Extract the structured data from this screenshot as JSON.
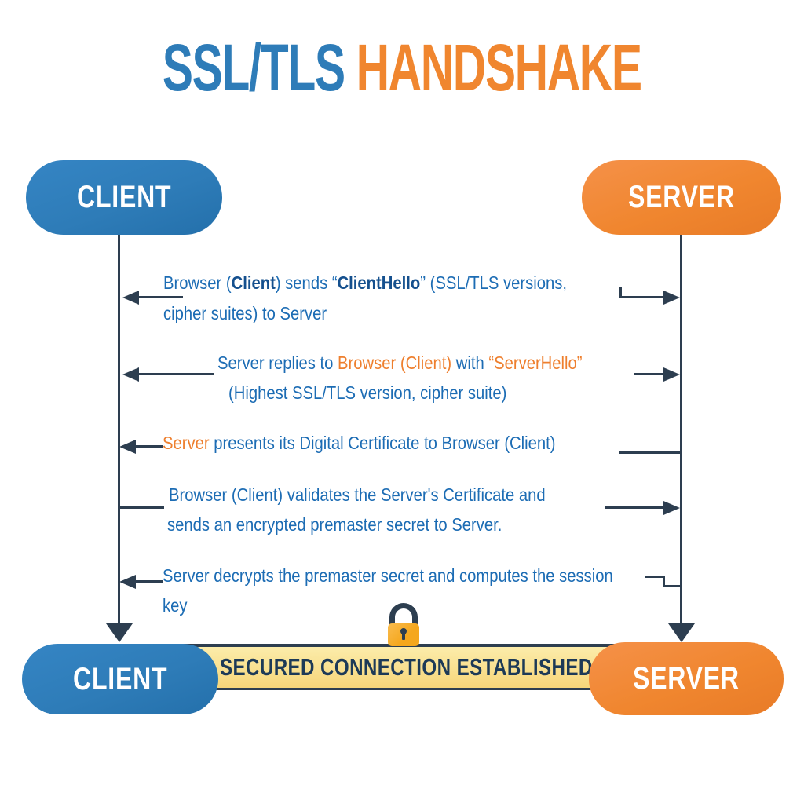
{
  "title": {
    "part_blue": "SSL/TLS",
    "part_orange": "HANDSHAKE"
  },
  "actors": {
    "client_top": "CLIENT",
    "server_top": "SERVER",
    "client_bottom": "CLIENT",
    "server_bottom": "SERVER"
  },
  "messages": [
    {
      "lines": [
        [
          {
            "t": "Browser ("
          },
          {
            "t": "Client",
            "b": true,
            "c": "text_navy"
          },
          {
            "t": ") sends “"
          },
          {
            "t": "ClientHello",
            "b": true,
            "c": "text_navy"
          },
          {
            "t": "” (SSL/TLS versions,"
          }
        ],
        [
          {
            "t": "cipher suites) to Server"
          }
        ]
      ]
    },
    {
      "lines": [
        [
          {
            "t": "Server replies to "
          },
          {
            "t": "Browser (Client)",
            "c": "text_orange"
          },
          {
            "t": " with "
          },
          {
            "t": "“ServerHello”",
            "c": "text_orange"
          }
        ],
        [
          {
            "t": "(Highest SSL/TLS version, cipher suite)"
          }
        ]
      ]
    },
    {
      "lines": [
        [
          {
            "t": "Server",
            "c": "text_orange"
          },
          {
            "t": " presents its Digital Certificate to Browser (Client)"
          }
        ]
      ]
    },
    {
      "lines": [
        [
          {
            "t": "Browser (Client) validates the Server's Certificate and"
          }
        ],
        [
          {
            "t": "sends an encrypted premaster secret to Server."
          }
        ]
      ]
    },
    {
      "lines": [
        [
          {
            "t": "Server decrypts the premaster secret and computes the session"
          }
        ],
        [
          {
            "t": "key"
          }
        ]
      ]
    }
  ],
  "banner": {
    "text": "SECURED CONNECTION ESTABLISHED",
    "lock_icon": "lock-icon"
  },
  "colors": {
    "blue": "#2e7cb8",
    "orange": "#f0862f",
    "text_blue": "#1c6cb4",
    "text_navy": "#15508e",
    "text_orange": "#ee7f2e",
    "dark": "#2d3e50",
    "banner_top": "#fcecaa",
    "banner_bottom": "#f6d67a",
    "banner_text": "#1d3a57",
    "lock_body": "#f5a71d"
  }
}
